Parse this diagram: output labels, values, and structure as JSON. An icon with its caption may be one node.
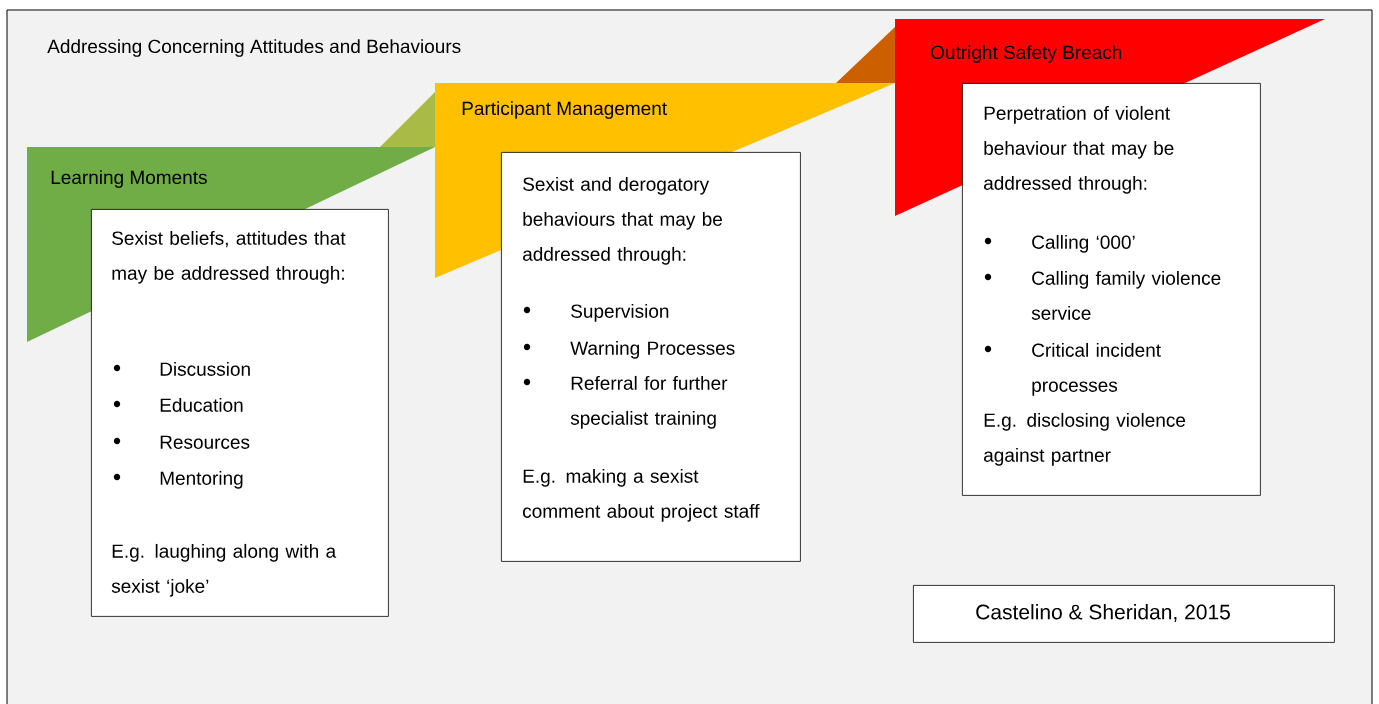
{
  "diagram": {
    "title": "Addressing Concerning Attitudes and Behaviours",
    "nodes": [
      {
        "text": [
          "Learning Moments"
        ]
      },
      {
        "text": [
          "Sexist beliefs, attitudes that may be addressed through:",
          "Discussion",
          "Education",
          "Resources",
          "Mentoring",
          "E.g. laughing along with a sexist ‘joke’"
        ]
      },
      {
        "text": [
          "Participant Management"
        ]
      },
      {
        "text": [
          "Sexist and derogatory behaviours that may be addressed through:",
          "Supervision",
          "Warning Processes",
          "Referral for further specialist training",
          "E.g. making a sexist comment about project staff"
        ]
      },
      {
        "text": [
          "Outright Safety Breach"
        ]
      },
      {
        "text": [
          "Perpetration of violent behaviour that may be addressed through:",
          "Calling ‘000’",
          "Calling family violence service",
          "Critical incident processes",
          "E.g. disclosing violence against partner"
        ]
      },
      {
        "text": [
          "Castelino & Sheridan, 2015"
        ]
      }
    ],
    "edges": []
  }
}
